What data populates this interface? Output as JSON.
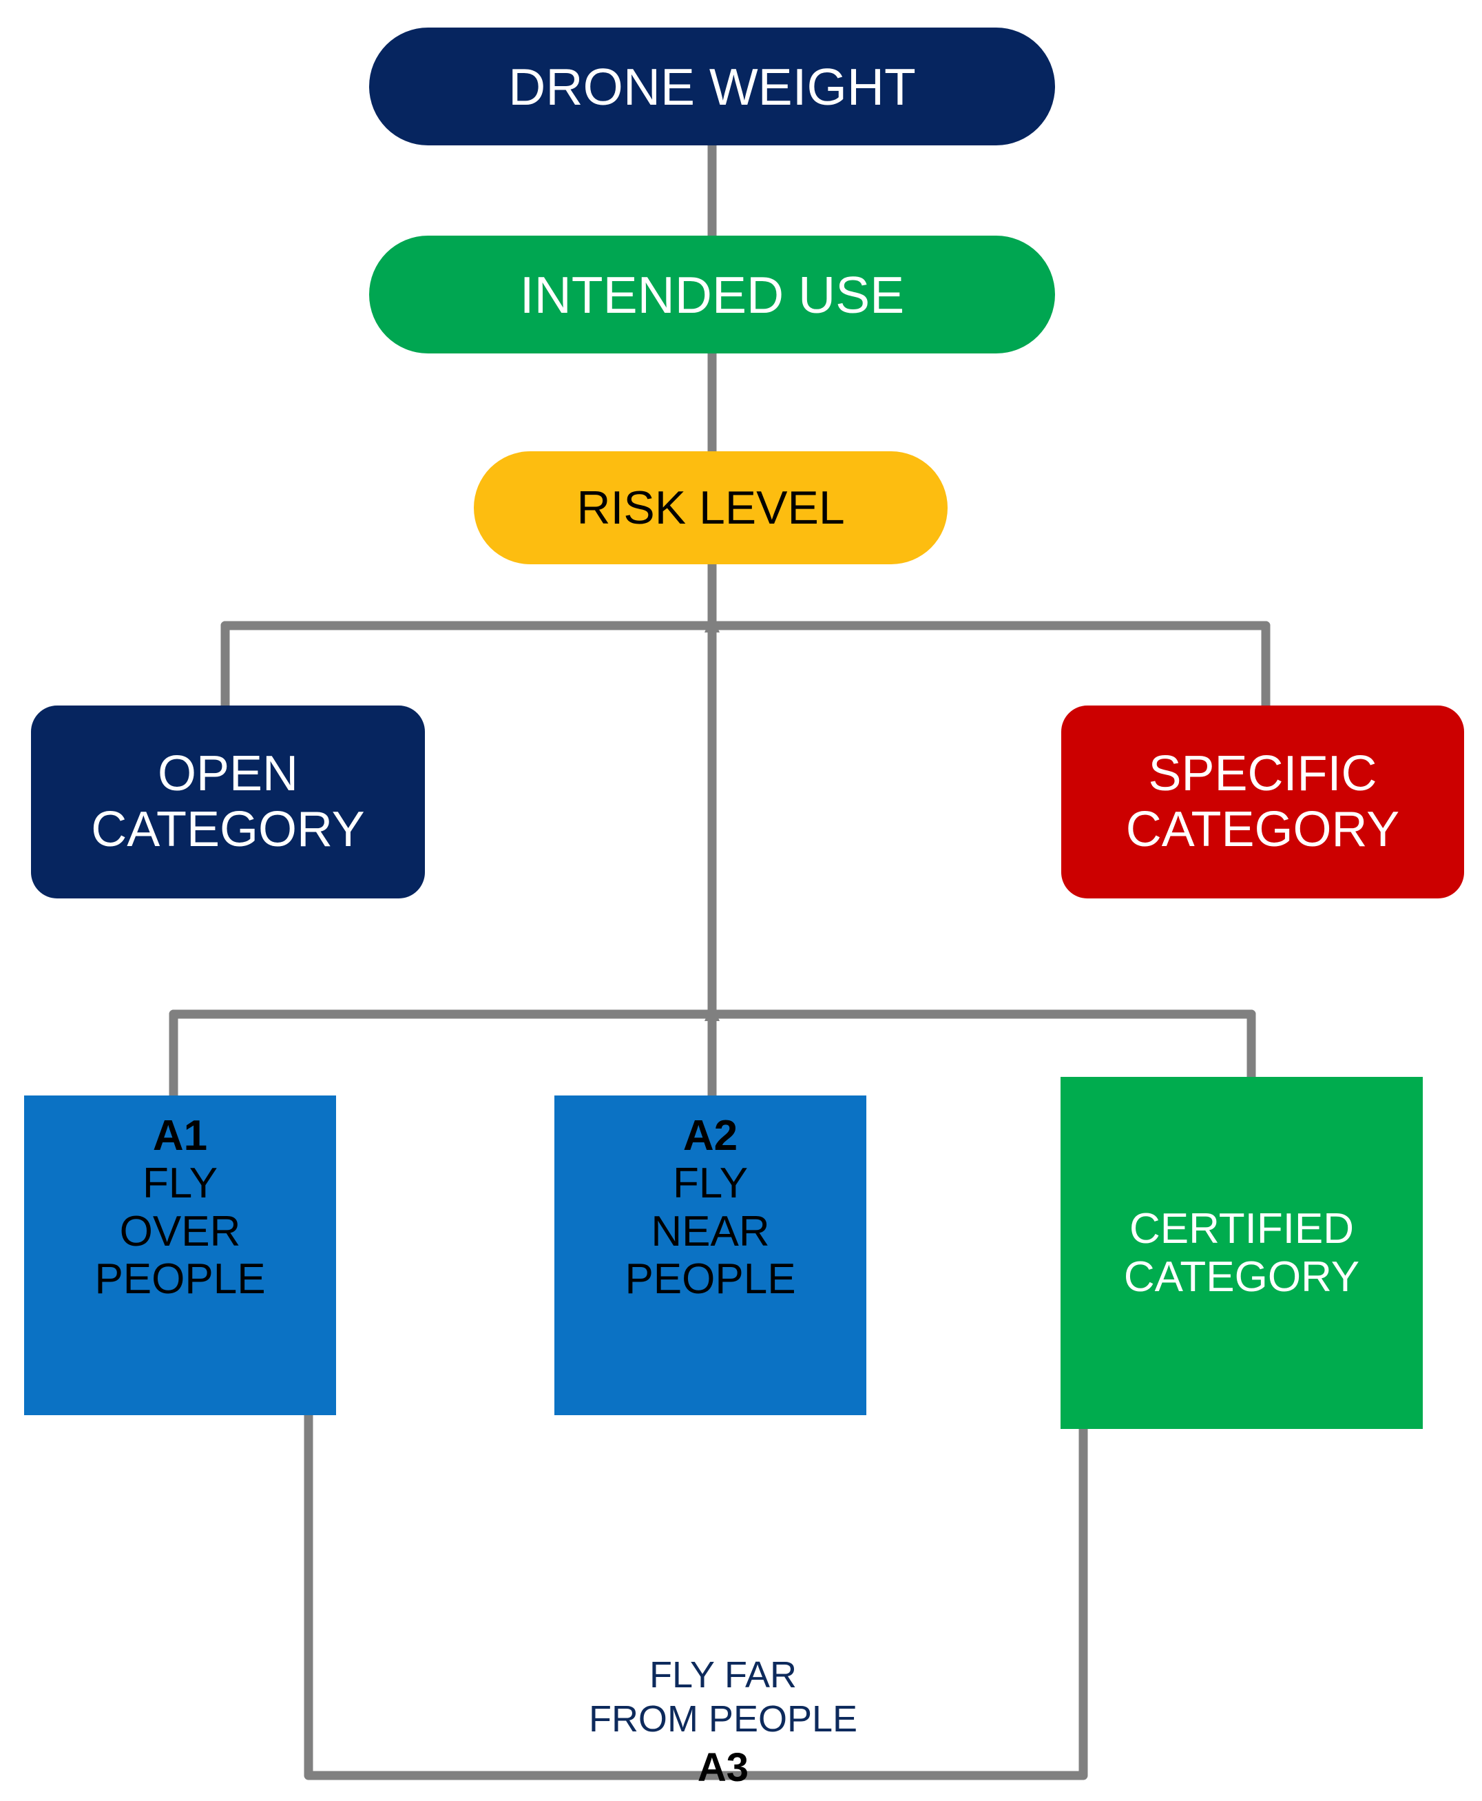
{
  "diagram": {
    "title": "Drone operation category decision flow",
    "background_color": "#ffffff",
    "connector_color": "#808080"
  },
  "nodes": {
    "drone_weight": {
      "label": "DRONE WEIGHT",
      "shape": "pill",
      "fill": "#06255f",
      "text_color": "#ffffff"
    },
    "intended_use": {
      "label": "INTENDED USE",
      "shape": "pill",
      "fill": "#00a651",
      "text_color": "#ffffff"
    },
    "risk_level": {
      "label": "RISK LEVEL",
      "shape": "pill",
      "fill": "#fdbd10",
      "text_color": "#000000"
    },
    "open_category": {
      "label": "OPEN\nCATEGORY",
      "shape": "rounded-rect",
      "fill": "#06255f",
      "text_color": "#ffffff"
    },
    "specific_category": {
      "label": "SPECIFIC\nCATEGORY",
      "shape": "rounded-rect",
      "fill": "#cc0000",
      "text_color": "#ffffff"
    },
    "a1": {
      "code": "A1",
      "label": "FLY\nOVER\nPEOPLE",
      "shape": "square",
      "fill": "#0b72c4",
      "text_color": "#000000"
    },
    "a2": {
      "code": "A2",
      "label": "FLY\nNEAR\nPEOPLE",
      "shape": "square",
      "fill": "#0b72c4",
      "text_color": "#000000"
    },
    "certified_category": {
      "label": "CERTIFIED\nCATEGORY",
      "shape": "square",
      "fill": "#00ac4e",
      "text_color": "#ffffff"
    },
    "a3": {
      "code": "A3",
      "label": "FLY FAR\nFROM PEOPLE",
      "shape": "text-only",
      "text_color": "#0d2a5c",
      "code_color": "#000000"
    }
  },
  "edges": [
    {
      "from": "drone_weight",
      "to": "intended_use",
      "style": "straight"
    },
    {
      "from": "intended_use",
      "to": "risk_level",
      "style": "straight"
    },
    {
      "from": "risk_level",
      "to": "open_category",
      "style": "elbow-left"
    },
    {
      "from": "risk_level",
      "to": "specific_category",
      "style": "elbow-right"
    },
    {
      "from": "risk_level",
      "to": "a1",
      "style": "elbow-left"
    },
    {
      "from": "risk_level",
      "to": "a2",
      "style": "straight"
    },
    {
      "from": "risk_level",
      "to": "certified_category",
      "style": "elbow-right"
    },
    {
      "from": "a1",
      "to": "certified_category",
      "style": "bottom-loop",
      "label": "A3"
    }
  ]
}
